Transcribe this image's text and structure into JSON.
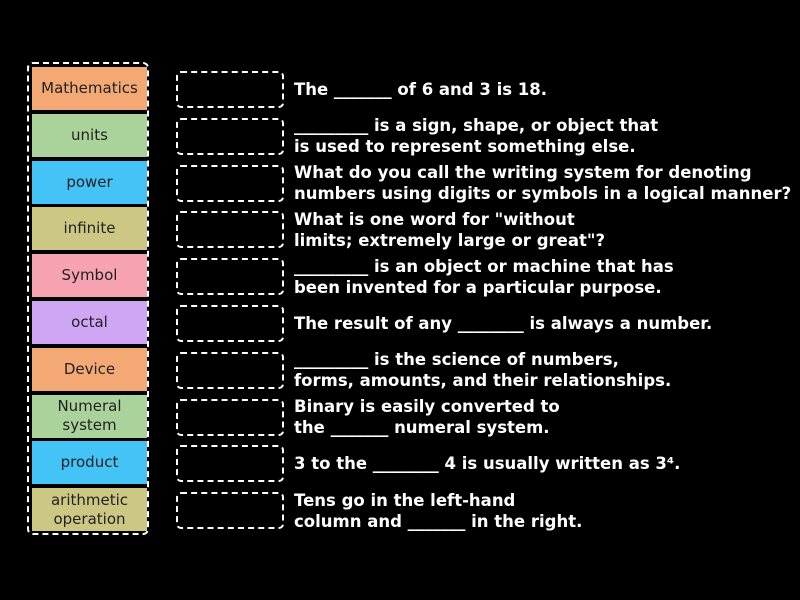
{
  "tiles": [
    {
      "label": "Mathematics",
      "color": "#f4a874"
    },
    {
      "label": "units",
      "color": "#a9d39a"
    },
    {
      "label": "power",
      "color": "#44c3f6"
    },
    {
      "label": "infinite",
      "color": "#cdc784"
    },
    {
      "label": "Symbol",
      "color": "#f7a2b1"
    },
    {
      "label": "octal",
      "color": "#cfa6f4"
    },
    {
      "label": "Device",
      "color": "#f4a874"
    },
    {
      "label": "Numeral system",
      "color": "#a9d39a"
    },
    {
      "label": "product",
      "color": "#44c3f6"
    },
    {
      "label": "arithmetic operation",
      "color": "#cdc784"
    }
  ],
  "questions": [
    "The _______ of 6 and 3 is 18.",
    "_________ is a sign, shape, or object that\nis used to represent something else.",
    "What do you call the writing system for denoting\nnumbers using digits or symbols in a logical manner?",
    "What is one word for \"without\nlimits; extremely large or great\"?",
    "_________ is an object or machine that has\nbeen invented for a particular purpose.",
    "The result of any ________ is always a number.",
    "_________ is the science of numbers,\nforms, amounts, and their relationships.",
    "Binary is easily converted to\nthe _______ numeral system.",
    "3 to the ________ 4 is usually written as 3⁴.",
    "Tens go in the left-hand\ncolumn and _______ in the right."
  ]
}
